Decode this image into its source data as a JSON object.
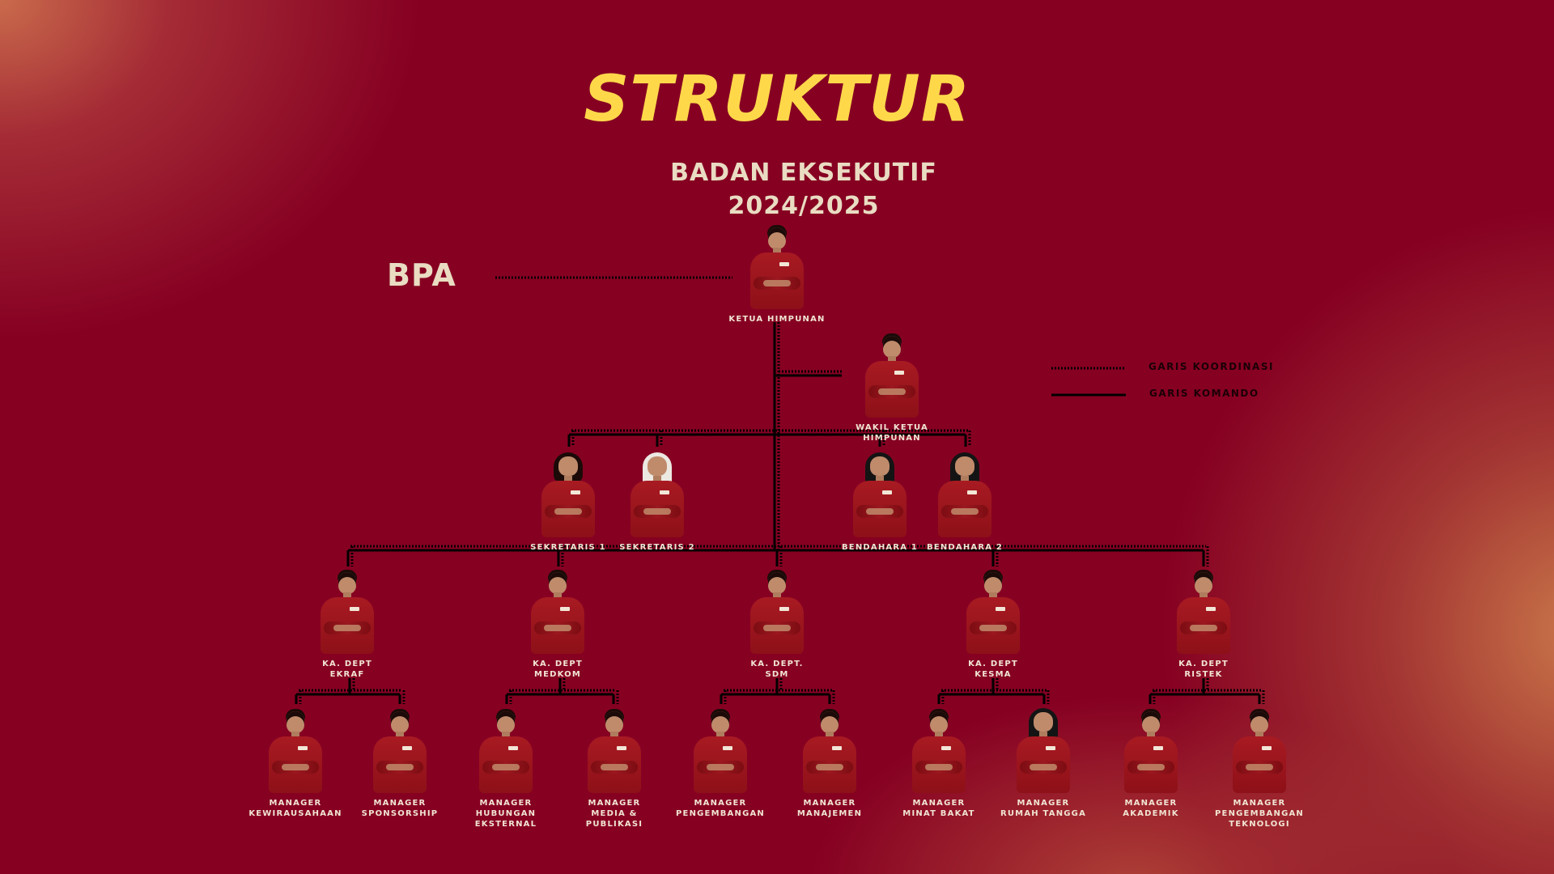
{
  "title": "STRUKTUR",
  "subtitle": {
    "line1": "BADAN EKSEKUTIF",
    "line2": "2024/2025"
  },
  "bpa_label": "BPA",
  "legend": {
    "coordination": "GARIS KOORDINASI",
    "command": "GARIS KOMANDO"
  },
  "colors": {
    "background": "#860022",
    "title": "#ffd84a",
    "subtitle": "#e9dcc2",
    "line": "#000000"
  },
  "members": {
    "ketua": "KETUA HIMPUNAN",
    "wakil": "WAKIL KETUA HIMPUNAN",
    "sekretaris_1": "SEKRETARIS 1",
    "sekretaris_2": "SEKRETARIS 2",
    "bendahara_1": "BENDAHARA 1",
    "bendahara_2": "BENDAHARA 2",
    "dept_ekraf": "KA. DEPT\nEKRAF",
    "dept_medkom": "KA. DEPT\nMEDKOM",
    "dept_sdm": "KA. DEPT.\nSDM",
    "dept_kesma": "KA. DEPT\nKESMA",
    "dept_ristek": "KA. DEPT\nRISTEK",
    "mgr_kewirausahaan": "MANAGER\nKEWIRAUSAHAAN",
    "mgr_sponsorship": "MANAGER\nSPONSORSHIP",
    "mgr_hubungan_eksternal": "MANAGER\nHUBUNGAN\nEKSTERNAL",
    "mgr_media_publikasi": "MANAGER\nMEDIA &\nPUBLIKASI",
    "mgr_pengembangan": "MANAGER\nPENGEMBANGAN",
    "mgr_manajemen": "MANAGER\nMANAJEMEN",
    "mgr_minat_bakat": "MANAGER\nMINAT BAKAT",
    "mgr_rumah_tangga": "MANAGER\nRUMAH TANGGA",
    "mgr_akademik": "MANAGER\nAKADEMIK",
    "mgr_pengembangan_teknologi": "MANAGER\nPENGEMBANGAN\nTEKNOLOGI"
  }
}
